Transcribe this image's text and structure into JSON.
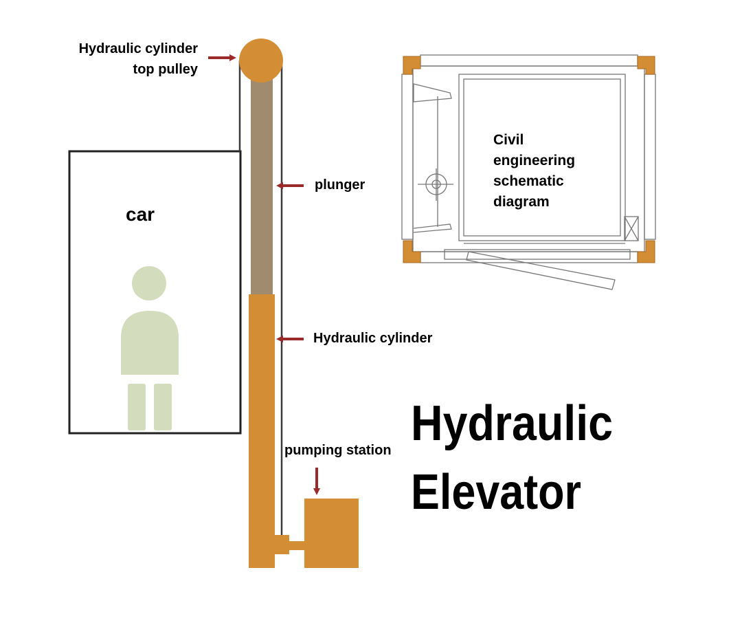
{
  "title": {
    "line1": "Hydraulic",
    "line2": "Elevator"
  },
  "labels": {
    "top_pulley_line1": "Hydraulic cylinder",
    "top_pulley_line2": "top pulley",
    "plunger": "plunger",
    "car": "car",
    "cylinder": "Hydraulic cylinder",
    "pumping_station": "pumping station"
  },
  "plan_view": {
    "line1": "Civil",
    "line2": "engineering",
    "line3": "schematic",
    "line4": "diagram"
  },
  "colors": {
    "cylinder": "#d38d35",
    "plunger": "#a08b6e",
    "arrow": "#9b2a2a",
    "person": "#d3dcbd",
    "rope": "#3a3a3a"
  }
}
